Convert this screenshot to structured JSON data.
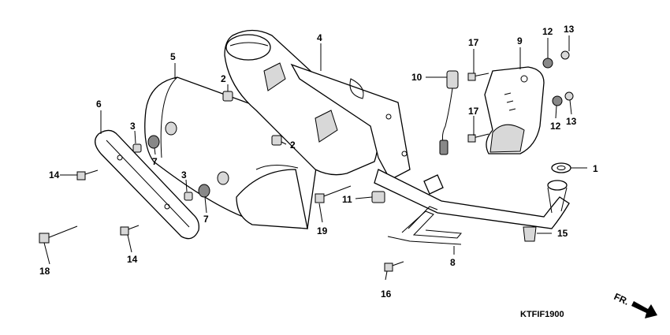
{
  "diagram": {
    "callouts": [
      {
        "id": "c1",
        "label": "1"
      },
      {
        "id": "c2a",
        "label": "2"
      },
      {
        "id": "c2b",
        "label": "2"
      },
      {
        "id": "c3a",
        "label": "3"
      },
      {
        "id": "c3b",
        "label": "3"
      },
      {
        "id": "c4",
        "label": "4"
      },
      {
        "id": "c5",
        "label": "5"
      },
      {
        "id": "c6",
        "label": "6"
      },
      {
        "id": "c7a",
        "label": "7"
      },
      {
        "id": "c7b",
        "label": "7"
      },
      {
        "id": "c8",
        "label": "8"
      },
      {
        "id": "c9",
        "label": "9"
      },
      {
        "id": "c10",
        "label": "10"
      },
      {
        "id": "c11",
        "label": "11"
      },
      {
        "id": "c12a",
        "label": "12"
      },
      {
        "id": "c12b",
        "label": "12"
      },
      {
        "id": "c13a",
        "label": "13"
      },
      {
        "id": "c13b",
        "label": "13"
      },
      {
        "id": "c14a",
        "label": "14"
      },
      {
        "id": "c14b",
        "label": "14"
      },
      {
        "id": "c15",
        "label": "15"
      },
      {
        "id": "c16",
        "label": "16"
      },
      {
        "id": "c17a",
        "label": "17"
      },
      {
        "id": "c17b",
        "label": "17"
      },
      {
        "id": "c18",
        "label": "18"
      },
      {
        "id": "c19",
        "label": "19"
      }
    ],
    "direction_label": "FR.",
    "diagram_code": "KTFIF1900"
  }
}
